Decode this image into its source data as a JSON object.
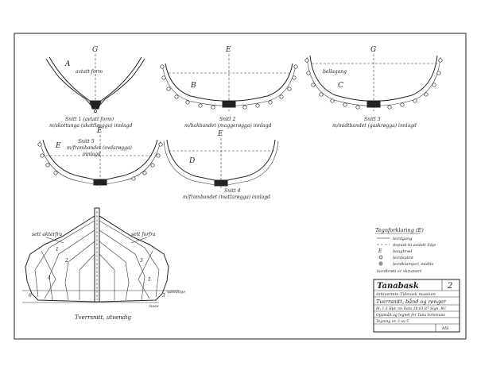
{
  "colors": {
    "ink": "#222222",
    "paper": "#ffffff"
  },
  "sections": {
    "a": {
      "letter": "A",
      "axis": "G",
      "inner_note": "avtatt form",
      "caption_1": "Snitt 1 (avtatt form)",
      "caption_2": "m/skottunga (skottløsgga) innlagd"
    },
    "b": {
      "letter": "B",
      "axis": "E",
      "caption_1": "Snitt 2",
      "caption_2": "m/bakbandet (maggerøgga) innlagd"
    },
    "c": {
      "letter": "C",
      "axis": "G",
      "inner_note": "bellagang",
      "caption_1": "Snitt 3",
      "caption_2": "m/midtbandet (gaskrøgga) innlagd"
    },
    "e": {
      "letter": "E",
      "axis": "E",
      "caption_1": "Snitt 5",
      "caption_2": "m/frambandet (ovdarøgga)",
      "caption_3": "innlagd"
    },
    "d": {
      "letter": "D",
      "axis": "E",
      "caption_1": "Snitt 4",
      "caption_2": "m/frambandet (mattarøgga) innlagd"
    }
  },
  "hull_view": {
    "left_label": "sett akterfra",
    "right_label": "sett forfra",
    "waterline_label": "vannlinje",
    "base_label": "base",
    "caption": "Tverrsnitt, utvendig",
    "plank_numbers": [
      "1",
      "2",
      "3",
      "4",
      "5",
      "6",
      "3"
    ]
  },
  "legend": {
    "title": "Tegnforklaring (E)",
    "rows": [
      "bordgang",
      "depudi til avdatt linje",
      "baugbrød",
      "bordsplint",
      "bordklamper, midtle"
    ],
    "footer": "bordbrøtt er skrumert"
  },
  "title_block": {
    "title": "Tanabask",
    "sheet_number": "2",
    "museum": "Arkivermte Tidsrask museum",
    "subtitle": "Tverrsnitt, bånd og renger",
    "scale_line": "M: 1:5  Rpt: nn  Dato 18.01.87 Sign. RC",
    "measured_line": "Oppmålt og tegnet for Tana kommune",
    "drawing_line": "Tegning nr. 2 av 5",
    "stamp": "MS"
  }
}
